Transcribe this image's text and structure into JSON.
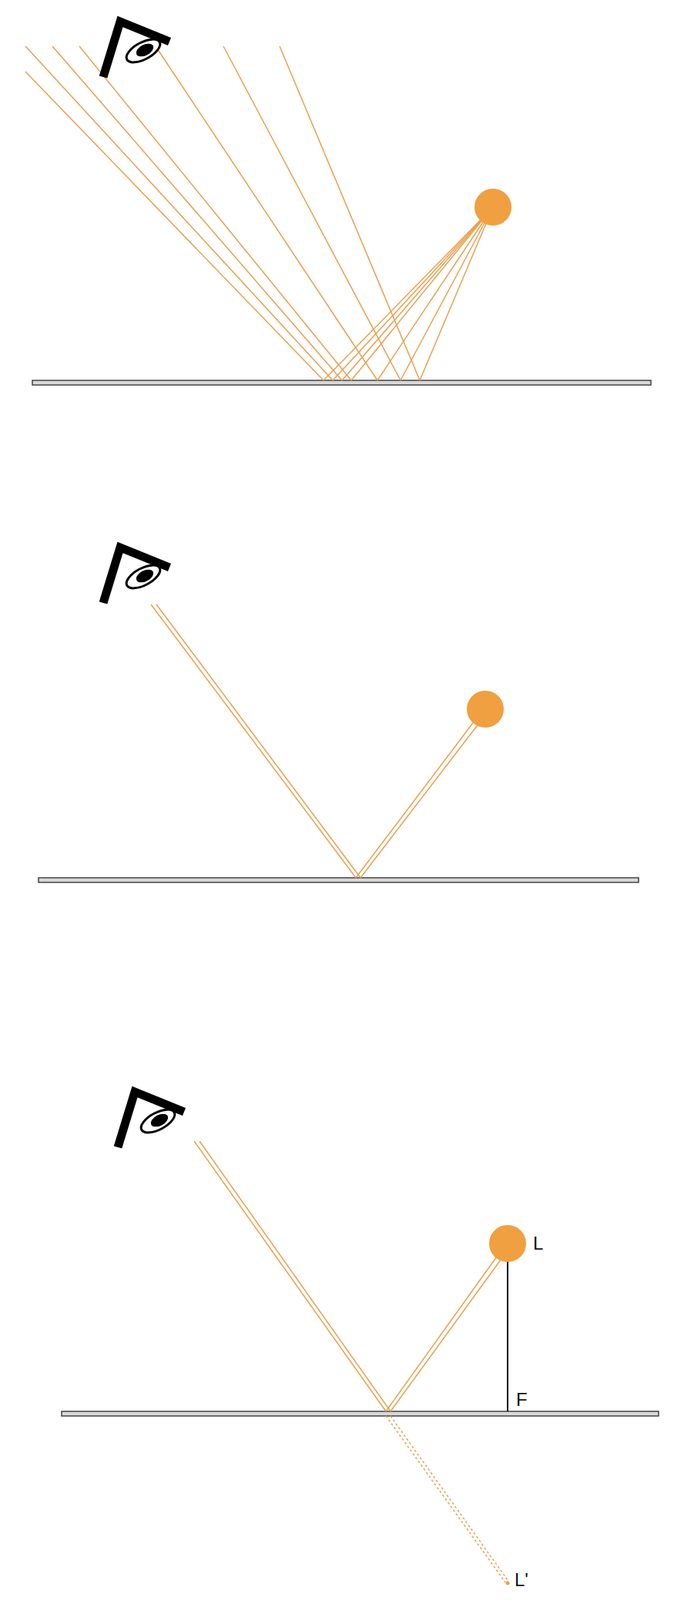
{
  "diagram": {
    "labels": [
      "L",
      "F",
      "L'"
    ]
  }
}
